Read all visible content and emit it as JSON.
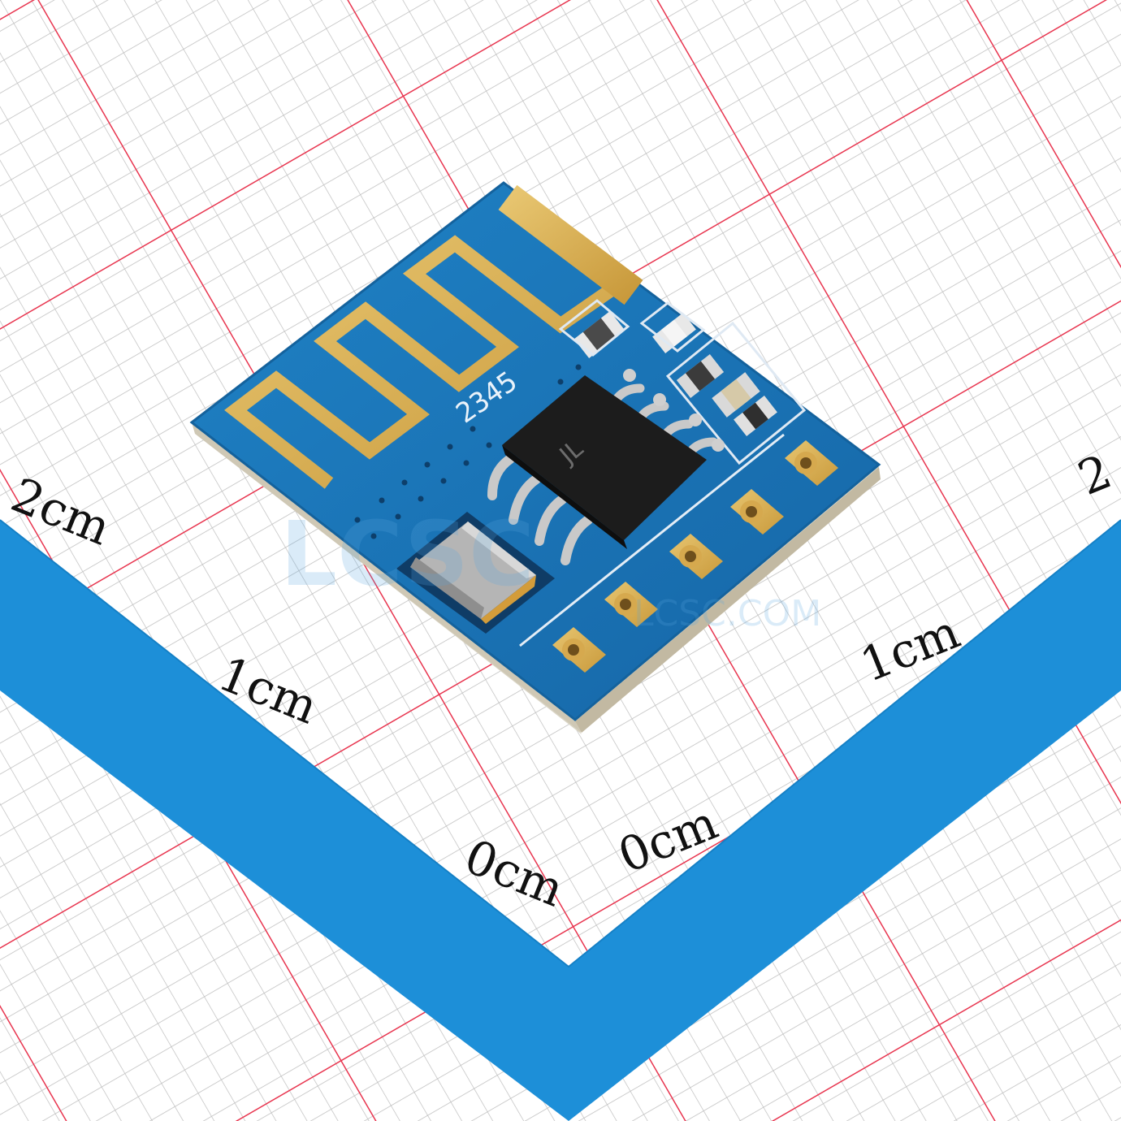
{
  "photo": {
    "subject": "blue PCB wireless module with meander antenna on measuring grid mat",
    "colors": {
      "paper": "#ffffff",
      "minor_grid": "#b9b9b9",
      "major_grid": "#e8354f",
      "ruler_band": "#1d8fd8",
      "pcb": "#1a73b5",
      "pcb_edge": "#145a91",
      "gold": "#d9b35a",
      "chip": "#1c1c1c",
      "crystal": "#b8b8b8"
    }
  },
  "ruler": {
    "labels": [
      "2cm",
      "1cm",
      "0cm",
      "0cm",
      "1cm",
      "2"
    ]
  },
  "pcb": {
    "silkscreen": "2345",
    "chip_marking": "JL"
  },
  "watermark": {
    "brand": "LCSC",
    "url": "LCSC.COM"
  }
}
